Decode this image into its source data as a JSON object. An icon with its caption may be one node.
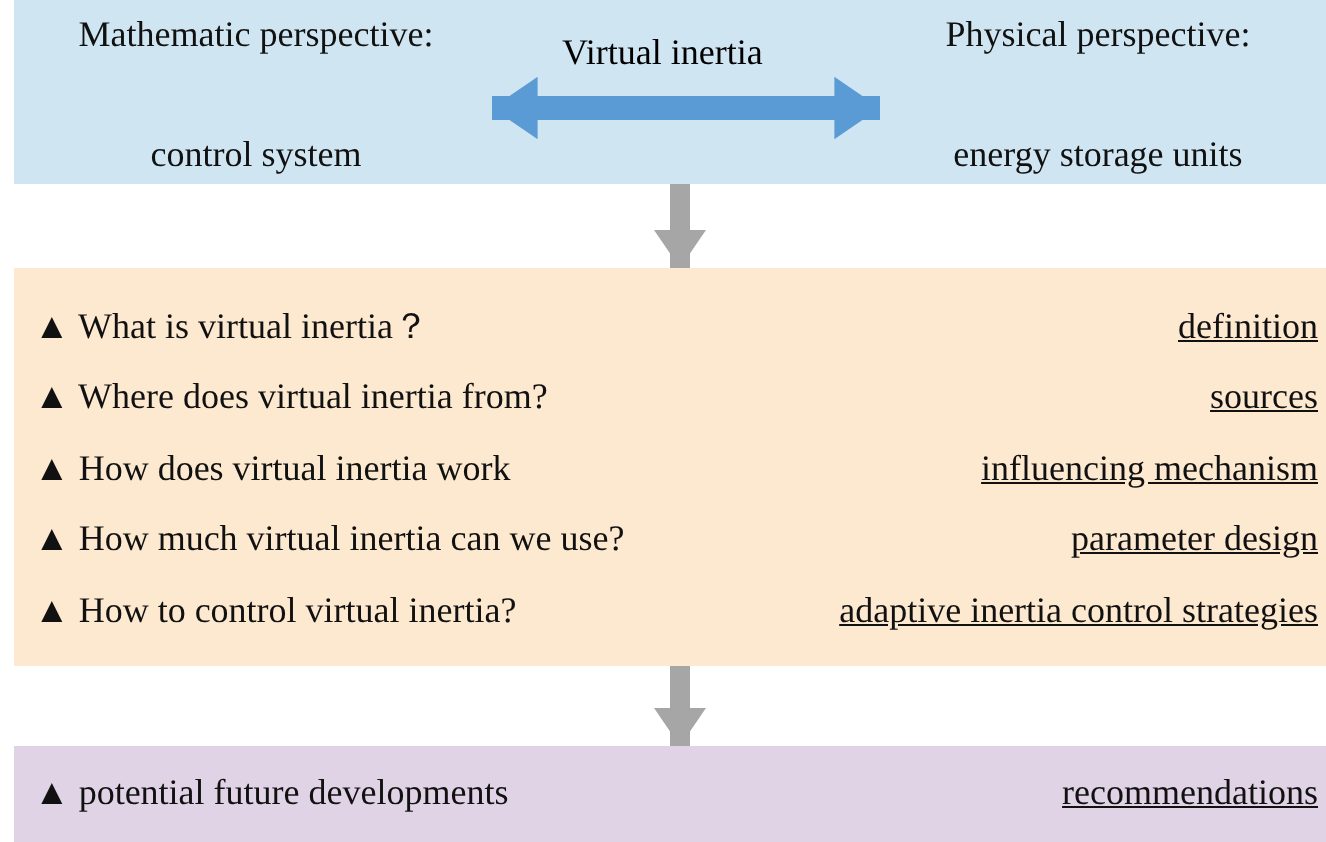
{
  "diagram": {
    "nodes": [
      {
        "text": [],
        "shape": "box"
      },
      {
        "text": [
          "Mathematic perspective:",
          "control system"
        ],
        "in": 0
      },
      {
        "text": [
          "Physical perspective:",
          "energy storage units"
        ],
        "in": 0
      },
      {
        "text": [
          "▲ What is virtual inertia？",
          "definition",
          "▲ Where does virtual inertia from?",
          "sources",
          "▲ How does virtual inertia work",
          "influencing mechanism",
          "▲ How much virtual inertia can we use?",
          "parameter design",
          "▲ How to control virtual inertia?",
          "adaptive inertia control strategies"
        ]
      },
      {
        "text": [
          "▲ potential future developments",
          "recommendations"
        ]
      }
    ],
    "edges": [
      {
        "from": 1,
        "to": 2,
        "arrow": "both",
        "label": "Virtual inertia",
        "color": "#5b9bd5"
      },
      {
        "from": 0,
        "to": 3,
        "arrow": "to"
      },
      {
        "from": 3,
        "to": 4,
        "arrow": "to"
      }
    ]
  }
}
